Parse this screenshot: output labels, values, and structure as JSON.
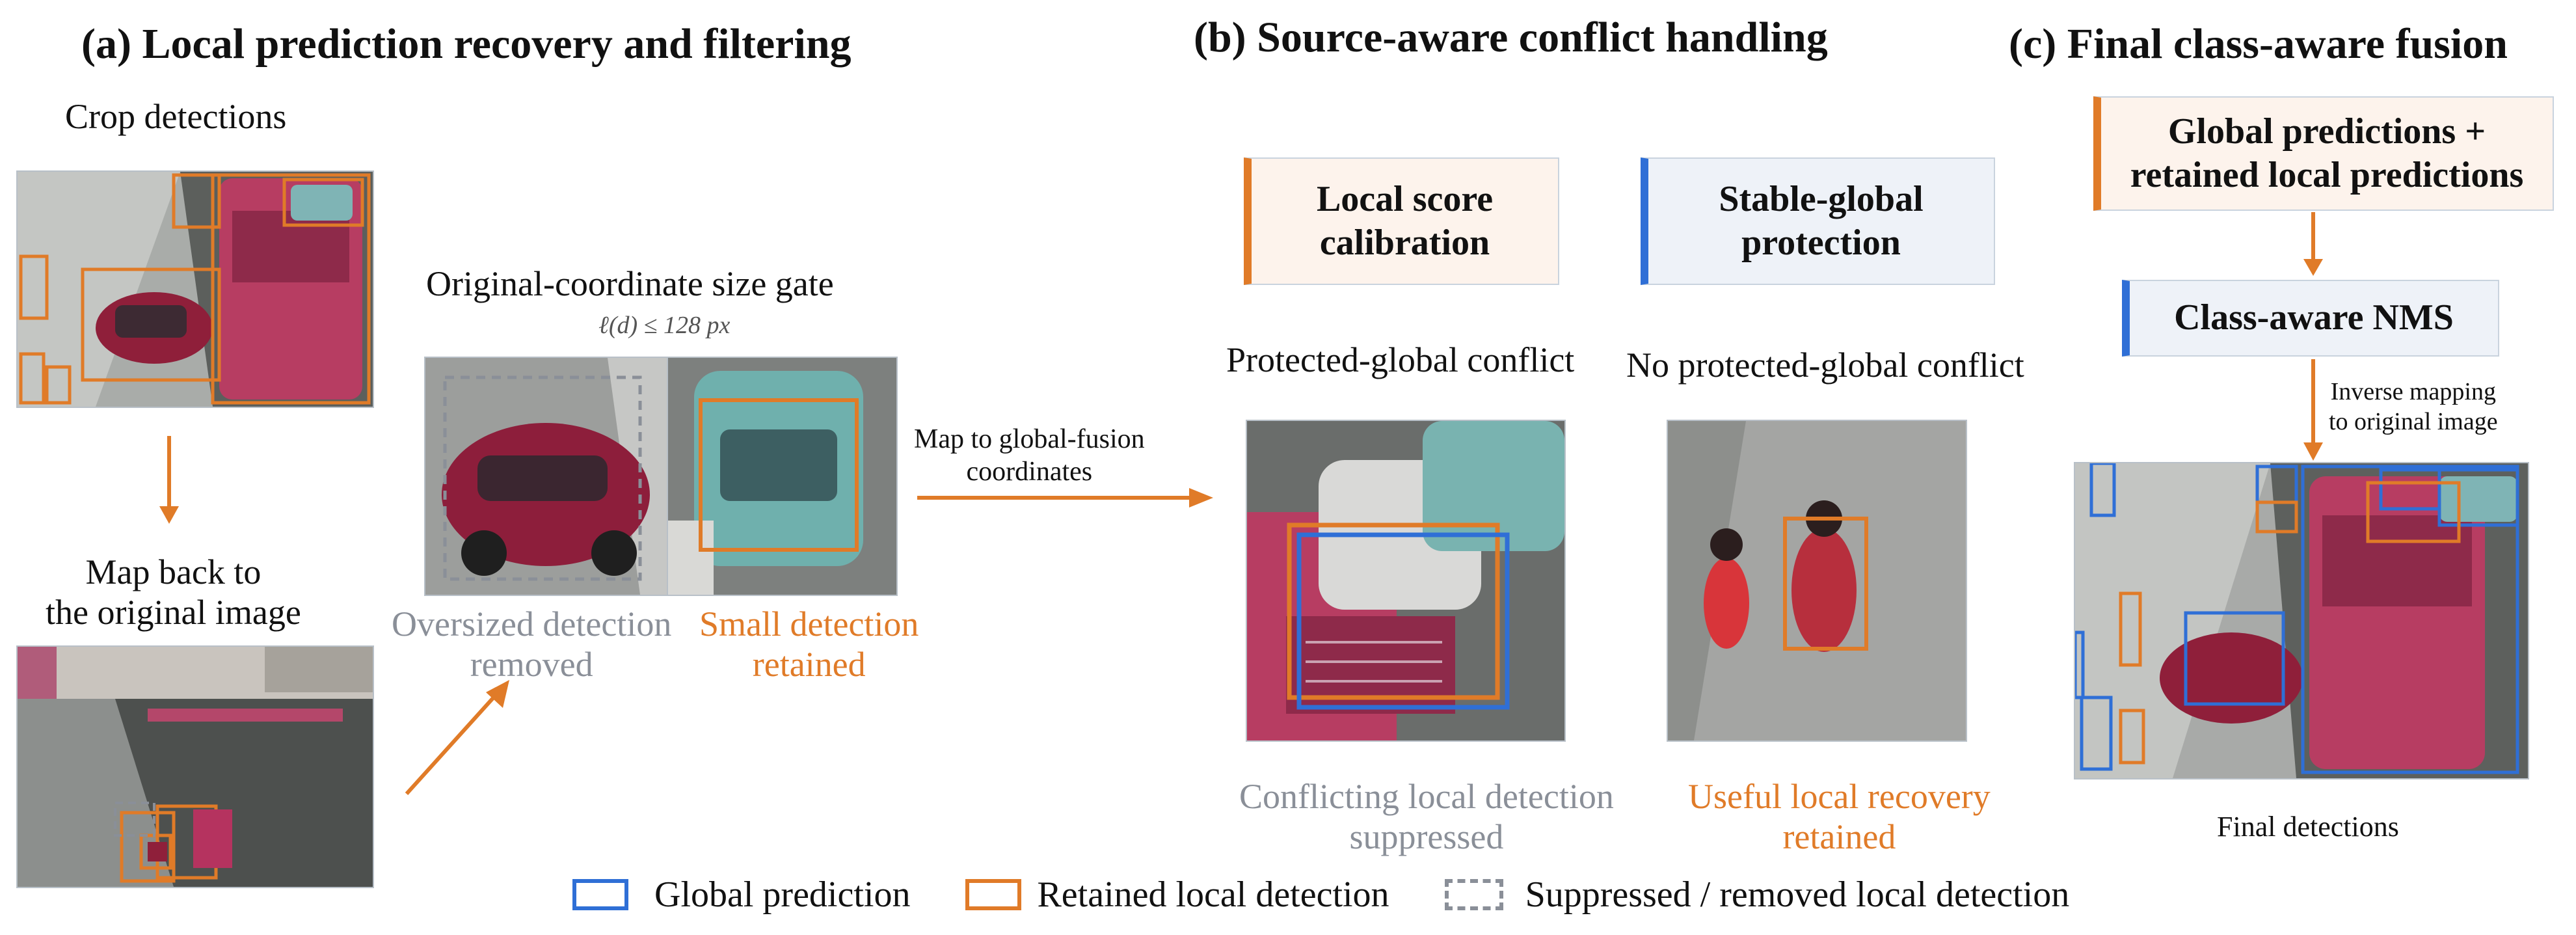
{
  "panel_a": {
    "title": "(a) Local prediction recovery and filtering",
    "crop_label": "Crop detections",
    "map_back_label_1": "Map back to",
    "map_back_label_2": "the original image",
    "gate_title": "Original-coordinate size gate",
    "gate_formula": "ℓ(d) ≤ 128 px",
    "removed_label_1": "Oversized detection",
    "removed_label_2": "removed",
    "retained_label_1": "Small detection",
    "retained_label_2": "retained"
  },
  "arrow_mid": {
    "label_1": "Map to global-fusion",
    "label_2": "coordinates"
  },
  "panel_b": {
    "title": "(b) Source-aware conflict handling",
    "card_local_1": "Local score",
    "card_local_2": "calibration",
    "card_global_1": "Stable-global",
    "card_global_2": "protection",
    "left_heading": "Protected-global conflict",
    "right_heading": "No protected-global conflict",
    "left_caption_1": "Conflicting local detection",
    "left_caption_2": "suppressed",
    "right_caption_1": "Useful local recovery",
    "right_caption_2": "retained"
  },
  "panel_c": {
    "title": "(c) Final class-aware fusion",
    "card_top_1": "Global predictions +",
    "card_top_2": "retained local predictions",
    "card_nms": "Class-aware NMS",
    "inverse_1": "Inverse mapping",
    "inverse_2": "to original image",
    "final_label": "Final detections"
  },
  "legend": {
    "global": "Global prediction",
    "local": "Retained local detection",
    "removed": "Suppressed / removed local detection"
  },
  "colors": {
    "global": "#2f6fd6",
    "local": "#e07b28",
    "removed": "#8a8f98"
  }
}
